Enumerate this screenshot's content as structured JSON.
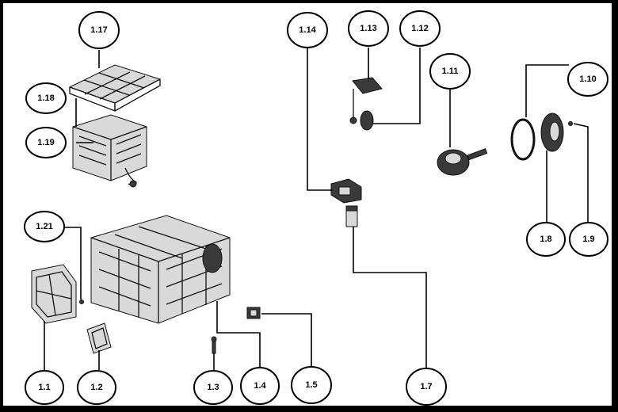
{
  "colors": {
    "border": "#000000",
    "background": "#ffffff",
    "line": "#000000"
  },
  "callouts": [
    {
      "id": "c-1-17",
      "label": "1.17"
    },
    {
      "id": "c-1-18",
      "label": "1.18"
    },
    {
      "id": "c-1-19",
      "label": "1.19"
    },
    {
      "id": "c-1-21",
      "label": "1.21"
    },
    {
      "id": "c-1-1",
      "label": "1.1"
    },
    {
      "id": "c-1-2",
      "label": "1.2"
    },
    {
      "id": "c-1-3",
      "label": "1.3"
    },
    {
      "id": "c-1-4",
      "label": "1.4"
    },
    {
      "id": "c-1-5",
      "label": "1.5"
    },
    {
      "id": "c-1-14",
      "label": "1.14"
    },
    {
      "id": "c-1-13",
      "label": "1.13"
    },
    {
      "id": "c-1-12",
      "label": "1.12"
    },
    {
      "id": "c-1-11",
      "label": "1.11"
    },
    {
      "id": "c-1-7",
      "label": "1.7"
    },
    {
      "id": "c-1-10",
      "label": "1.10"
    },
    {
      "id": "c-1-8",
      "label": "1.8"
    },
    {
      "id": "c-1-9",
      "label": "1.9"
    }
  ],
  "parts": [
    {
      "id": "filter-lid",
      "callout": "1.17"
    },
    {
      "id": "filter-housing",
      "callout": "1.18"
    },
    {
      "id": "filter-cartridge",
      "callout": "1.19"
    },
    {
      "id": "small-screw",
      "callout": "1.21"
    },
    {
      "id": "front-cover",
      "callout": "1.1"
    },
    {
      "id": "seal-plate",
      "callout": "1.2"
    },
    {
      "id": "pin",
      "callout": "1.3"
    },
    {
      "id": "base-frame",
      "callout": "1.4"
    },
    {
      "id": "switch",
      "callout": "1.5"
    },
    {
      "id": "bracket",
      "callout": "1.14"
    },
    {
      "id": "valve-clip",
      "callout": "1.13"
    },
    {
      "id": "valve-body",
      "callout": "1.12"
    },
    {
      "id": "motor",
      "callout": "1.11"
    },
    {
      "id": "sensor",
      "callout": "1.7"
    },
    {
      "id": "o-ring",
      "callout": "1.10"
    },
    {
      "id": "pulley",
      "callout": "1.8"
    },
    {
      "id": "washer",
      "callout": "1.9"
    }
  ]
}
